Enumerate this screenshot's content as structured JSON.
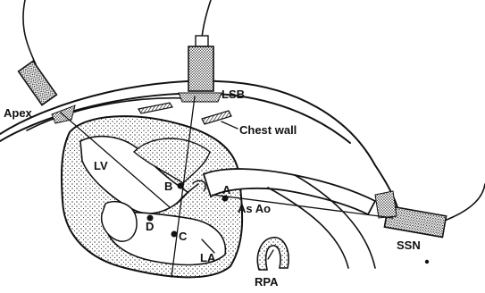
{
  "labels": {
    "apex": "Apex",
    "lsb": "LSB",
    "chest_wall": "Chest wall",
    "lv": "LV",
    "b": "B",
    "a": "A",
    "as_ao": "As Ao",
    "d": "D",
    "c": "C",
    "la": "LA",
    "rpa": "RPA",
    "ssn": "SSN"
  },
  "colors": {
    "ink": "#111111",
    "paper": "#ffffff"
  }
}
